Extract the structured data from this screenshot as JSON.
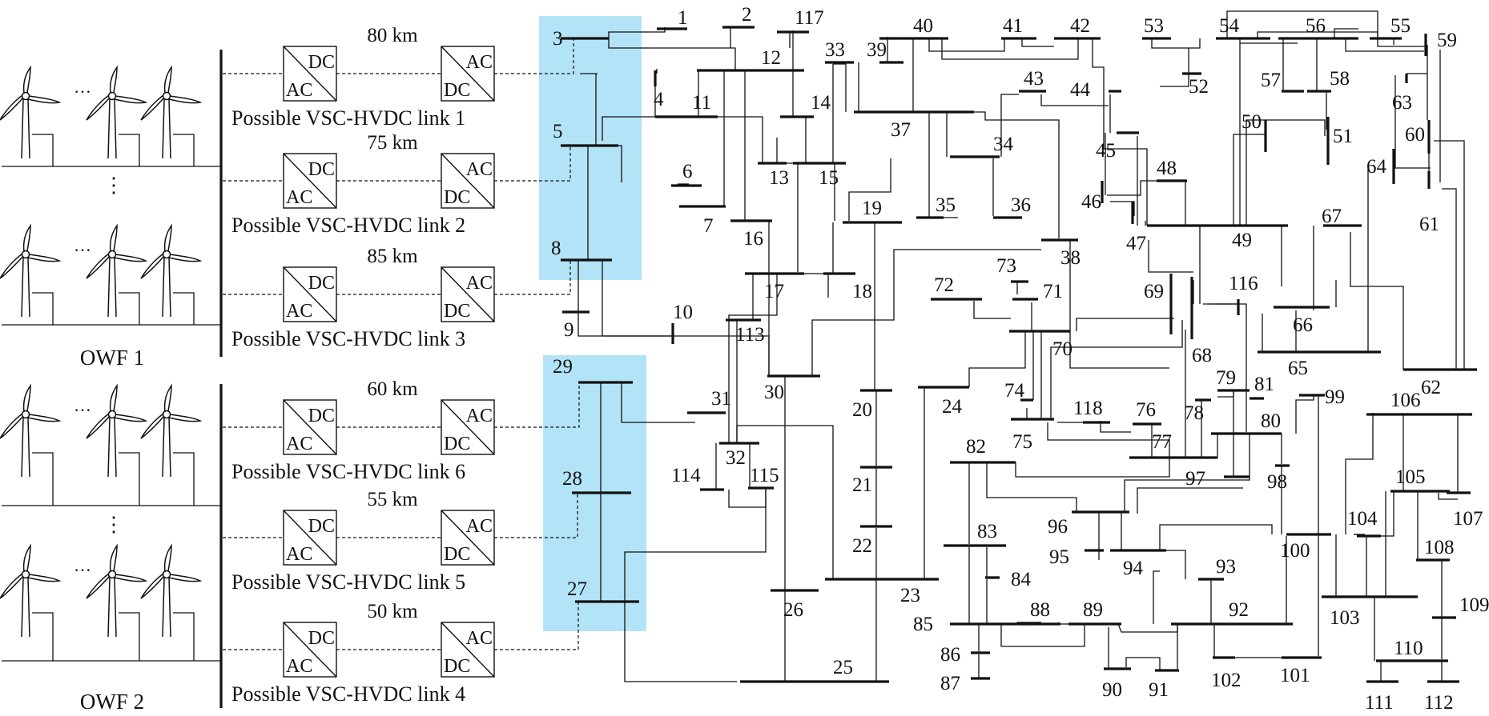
{
  "colors": {
    "highlight": "#b3e3f7",
    "ink": "#111111",
    "background": "#ffffff"
  },
  "owf": [
    {
      "label": "OWF 1"
    },
    {
      "label": "OWF 2"
    }
  ],
  "ellipsis": {
    "horizontal": "…",
    "vertical": "⋮"
  },
  "converter": {
    "dc": "DC",
    "ac": "AC"
  },
  "links": [
    {
      "label": "Possible VSC-HVDC link 1",
      "distance": "80 km",
      "bus": "3"
    },
    {
      "label": "Possible VSC-HVDC link 2",
      "distance": "75 km",
      "bus": "5"
    },
    {
      "label": "Possible VSC-HVDC link 3",
      "distance": "85 km",
      "bus": "8"
    },
    {
      "label": "Possible VSC-HVDC link 6",
      "distance": "60 km",
      "bus": "29"
    },
    {
      "label": "Possible VSC-HVDC link 5",
      "distance": "55 km",
      "bus": "28"
    },
    {
      "label": "Possible VSC-HVDC link 4",
      "distance": "50 km",
      "bus": "27"
    }
  ],
  "bus_labels": [
    "1",
    "2",
    "3",
    "4",
    "5",
    "6",
    "7",
    "8",
    "9",
    "10",
    "11",
    "12",
    "13",
    "14",
    "15",
    "16",
    "17",
    "18",
    "19",
    "20",
    "21",
    "22",
    "23",
    "24",
    "25",
    "26",
    "27",
    "28",
    "29",
    "30",
    "31",
    "32",
    "33",
    "34",
    "35",
    "36",
    "37",
    "38",
    "39",
    "40",
    "41",
    "42",
    "43",
    "44",
    "45",
    "46",
    "47",
    "48",
    "49",
    "50",
    "51",
    "52",
    "53",
    "54",
    "55",
    "56",
    "57",
    "58",
    "59",
    "60",
    "61",
    "62",
    "63",
    "64",
    "65",
    "66",
    "67",
    "68",
    "69",
    "70",
    "71",
    "72",
    "73",
    "74",
    "75",
    "76",
    "77",
    "78",
    "79",
    "80",
    "81",
    "82",
    "83",
    "84",
    "85",
    "86",
    "87",
    "88",
    "89",
    "90",
    "91",
    "92",
    "93",
    "94",
    "95",
    "96",
    "97",
    "98",
    "99",
    "100",
    "101",
    "102",
    "103",
    "104",
    "105",
    "106",
    "107",
    "108",
    "109",
    "110",
    "111",
    "112",
    "113",
    "114",
    "115",
    "116",
    "117",
    "118"
  ]
}
